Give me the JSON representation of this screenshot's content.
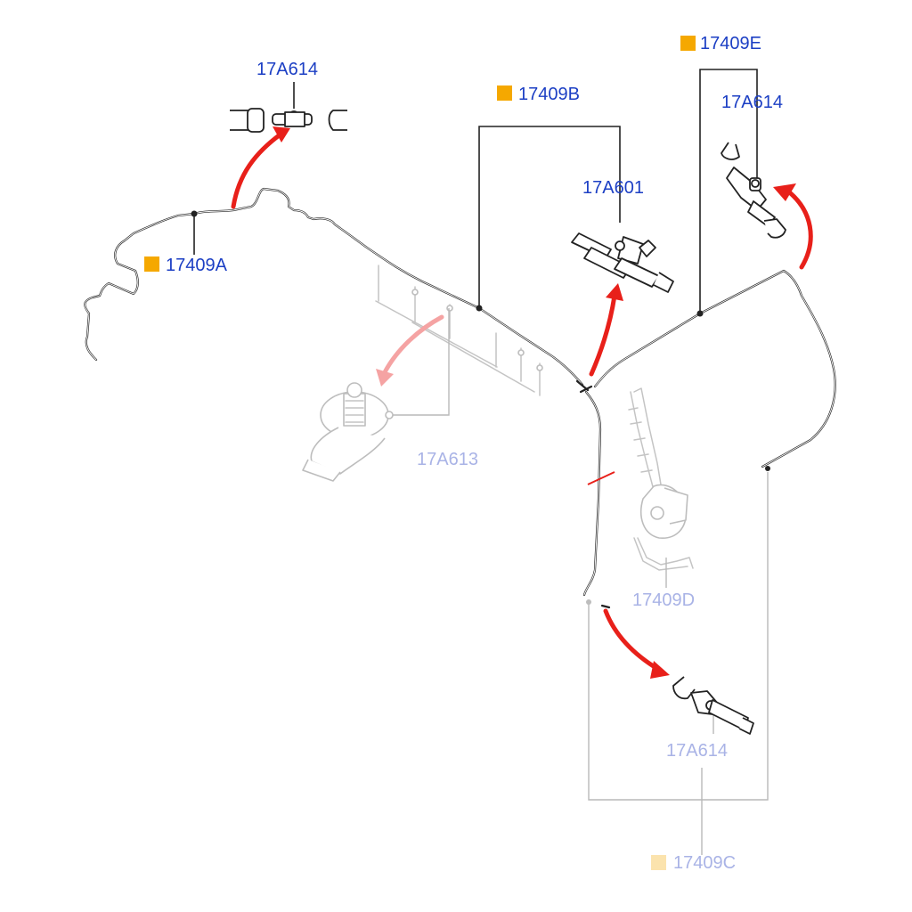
{
  "colors": {
    "label_active": "#1c3fc4",
    "label_faded": "#a9b3e6",
    "marker_active": "#f5a800",
    "marker_faded": "#fbe3ad",
    "arrow_active": "#e8201a",
    "arrow_faded": "#f5a3a3",
    "hose": "#222222"
  },
  "labels": {
    "top_left_connector": "17A614",
    "hose_a": "17409A",
    "hose_b": "17409B",
    "tee_connector": "17A601",
    "hose_e": "17409E",
    "right_connector": "17A614",
    "clip": "17A613",
    "hose_d": "17409D",
    "bottom_connector": "17A614",
    "hose_c": "17409C"
  }
}
